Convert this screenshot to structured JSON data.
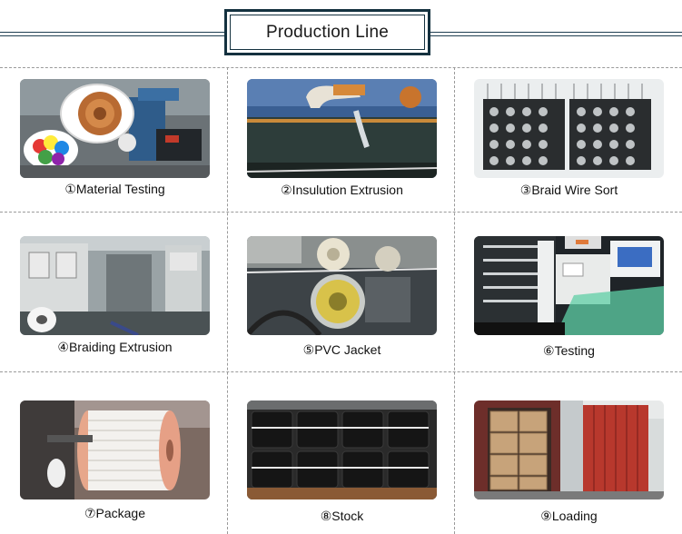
{
  "header": {
    "title": "Production Line"
  },
  "steps": [
    {
      "label": "①Material Testing"
    },
    {
      "label": "②Insulution Extrusion"
    },
    {
      "label": "③Braid Wire Sort"
    },
    {
      "label": "④Braiding Extrusion"
    },
    {
      "label": "⑤PVC Jacket"
    },
    {
      "label": "⑥Testing"
    },
    {
      "label": "⑦Package"
    },
    {
      "label": "⑧Stock"
    },
    {
      "label": "⑨Loading"
    }
  ]
}
